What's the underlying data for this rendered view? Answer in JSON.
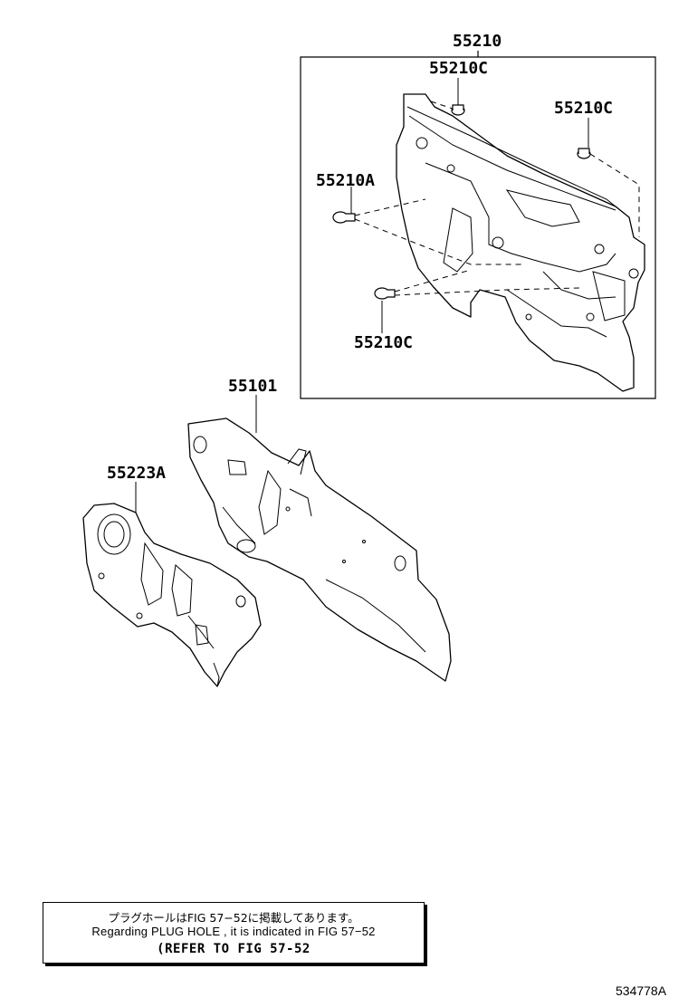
{
  "parts": {
    "assembly_top": "55210",
    "clip_top": "55210C",
    "clip_right": "55210C",
    "clip_left": "55210A",
    "clip_bottom": "55210C",
    "panel_mid": "55101",
    "insulator_left": "55223A"
  },
  "note": {
    "line_jp": "プラグホールはFIG 57−52に掲載してあります。",
    "line_en": "Regarding  PLUG  HOLE , it is indicated in  FIG  57−52",
    "line_ref": "(REFER TO FIG 57-52"
  },
  "figure_id": "534778A",
  "colors": {
    "ink": "#000000",
    "paper": "#ffffff"
  }
}
